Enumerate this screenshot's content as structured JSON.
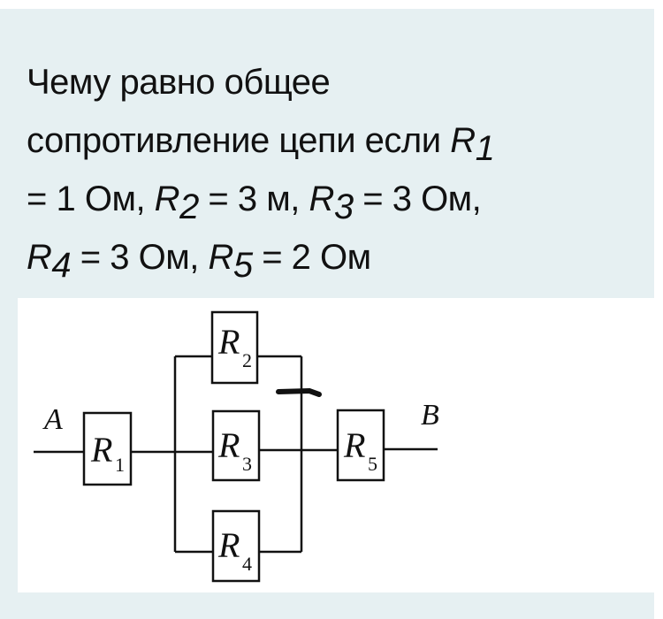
{
  "question": {
    "line1": "Чему равно общее",
    "line2_prefix": "сопротивление цепи если ",
    "r1_letter": "R",
    "r1_sub": "1",
    "line3_a": "= 1 Ом, ",
    "r2_letter": "R",
    "r2_sub": "2",
    "line3_b": " = 3 м, ",
    "r3_letter": "R",
    "r3_sub": "3",
    "line3_c": " = 3 Ом,",
    "r4_letter": "R",
    "r4_sub": "4",
    "line4_a": " = 3 Ом, ",
    "r5_letter": "R",
    "r5_sub": "5",
    "line4_b": " = 2 Ом"
  },
  "diagram": {
    "terminal_a": "A",
    "terminal_b": "B",
    "resistors": [
      {
        "letter": "R",
        "sub": "1"
      },
      {
        "letter": "R",
        "sub": "2"
      },
      {
        "letter": "R",
        "sub": "3"
      },
      {
        "letter": "R",
        "sub": "4"
      },
      {
        "letter": "R",
        "sub": "5"
      }
    ]
  }
}
